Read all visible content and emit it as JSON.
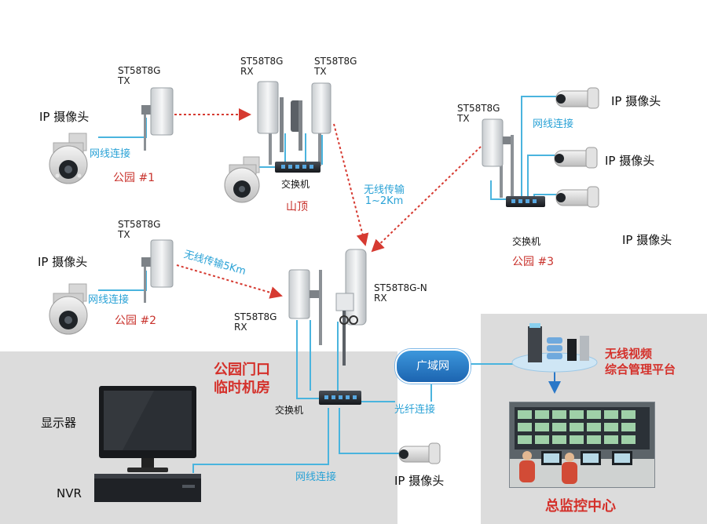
{
  "labels": {
    "ipcam": "IP 摄像头",
    "tx_model": "ST58T8G\nTX",
    "rx_model": "ST58T8G\nRX",
    "rxn_model": "ST58T8G-N\nRX",
    "wired": "网线连接",
    "switch": "交换机",
    "fiber": "光纤连接",
    "wan": "广域网",
    "wireless_1_2km": "无线传输\n1~2Km",
    "wireless_5km": "无线传输5Km",
    "park1": "公园 #1",
    "park2": "公园 #2",
    "park3": "公园 #3",
    "hilltop": "山顶",
    "gate_room": "公园门口\n临时机房",
    "platform": "无线视频\n综合管理平台",
    "monitor": "显示器",
    "nvr": "NVR",
    "center": "总监控中心"
  },
  "colors": {
    "wired_link": "#4ab4de",
    "wireless_link": "#d63a31",
    "room_bg": "#dcdcdc",
    "accent_red": "#d4302a",
    "accent_blue": "#2aa2d6"
  }
}
